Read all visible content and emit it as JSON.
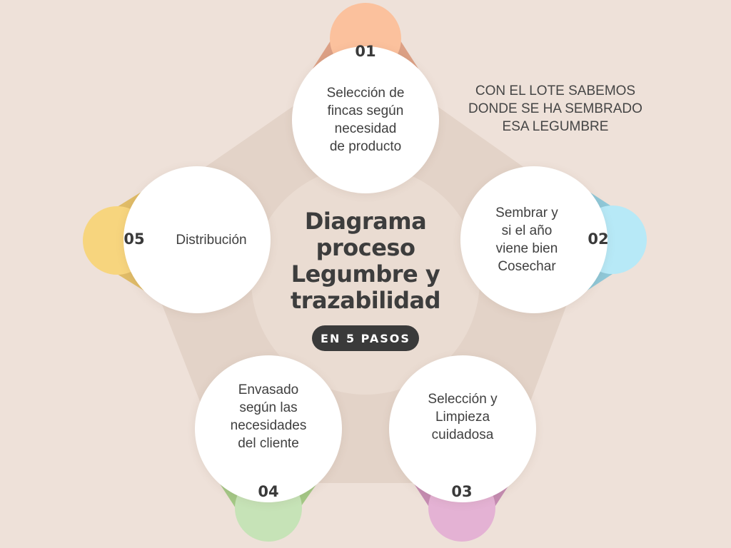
{
  "diagram": {
    "title": "Diagrama\nproceso\nLegumbre y\ntrazabilidad",
    "badge": "EN 5 PASOS",
    "note": "CON EL LOTE SABEMOS\nDONDE SE HA SEMBRADO\nESA LEGUMBRE",
    "colors": {
      "background": "#eee1d9",
      "ring": "#e3d3c8",
      "center": "#eadcd2",
      "step1": "#fbc19d",
      "step2": "#b7e9f7",
      "step3": "#e4b2d4",
      "step4": "#c6e3b7",
      "step5": "#f7d57e"
    },
    "steps": [
      {
        "number": "01",
        "text": "Selección de\nfincas según\nnecesidad\nde producto",
        "color": "#fbc19d"
      },
      {
        "number": "02",
        "text": "Sembrar y\nsi el año\nviene bien\nCosechar",
        "color": "#b7e9f7"
      },
      {
        "number": "03",
        "text": "Selección y\nLimpieza\ncuidadosa",
        "color": "#e4b2d4"
      },
      {
        "number": "04",
        "text": "Envasado\nsegún las\nnecesidades\ndel cliente",
        "color": "#c6e3b7"
      },
      {
        "number": "05",
        "text": "Distribución",
        "color": "#f7d57e"
      }
    ]
  }
}
